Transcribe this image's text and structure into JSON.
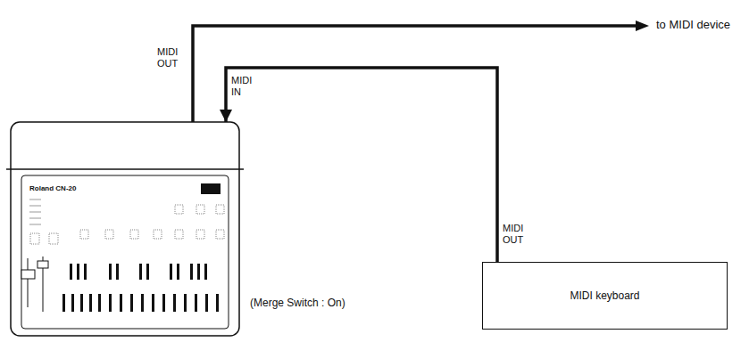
{
  "diagram": {
    "nodes": [
      {
        "text": [
          "Roland CN-20"
        ]
      },
      {
        "text": [
          "MIDI keyboard"
        ]
      }
    ],
    "edges": [
      {
        "from": 1,
        "to": 0,
        "arrow": "to"
      }
    ],
    "labels": [
      "MIDI OUT",
      "MIDI IN",
      "to MIDI device",
      "MIDI OUT",
      "(Merge Switch : On)"
    ]
  }
}
